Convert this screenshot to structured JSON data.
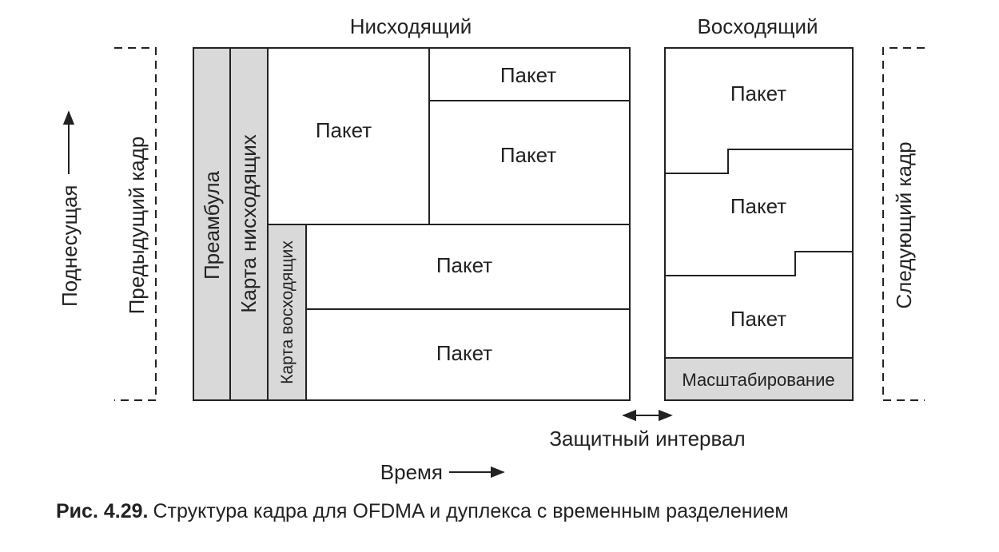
{
  "diagram": {
    "downlink_title": "Нисходящий",
    "uplink_title": "Восходящий",
    "subcarrier_label": "Поднесущая",
    "previous_frame_label": "Предыдущий кадр",
    "next_frame_label": "Следующий кадр",
    "preamble_label": "Преамбула",
    "downlink_map_label": "Карта нисходящих",
    "uplink_map_label": "Карта восходящих",
    "packet_label": "Пакет",
    "ranging_label": "Масштабирование",
    "guard_interval_label": "Защитный интервал",
    "time_label": "Время",
    "colors": {
      "stroke": "#222222",
      "shaded": "#d9d9d9",
      "background": "#ffffff"
    }
  },
  "caption": {
    "number": "Рис. 4.29.",
    "text": "Структура кадра для OFDMA и дуплекса с временным разделением"
  }
}
